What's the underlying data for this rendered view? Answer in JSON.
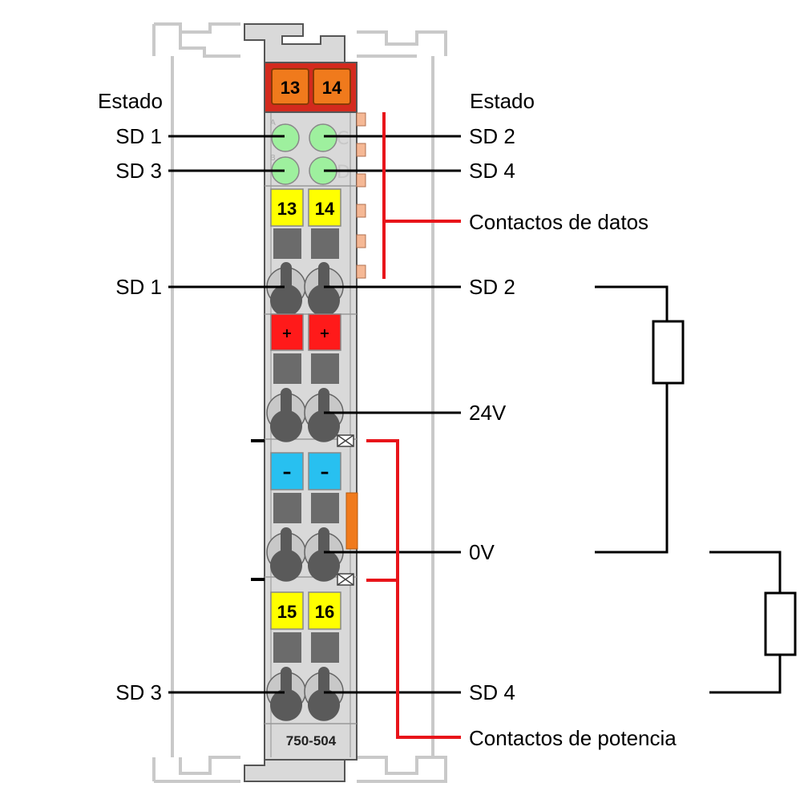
{
  "title": "",
  "colors": {
    "housing": "#d9d9d9",
    "housing_dark": "#bdbdbd",
    "header_red": "#d32a1e",
    "orange": "#f07a1c",
    "led_green": "#9ef09e",
    "yellow": "#ffff00",
    "red": "#ff1a1a",
    "blue": "#28c0f0",
    "slot": "#6b6b6b",
    "screw": "#5a5a5a",
    "wire_black": "#000000",
    "wire_red": "#e8141a",
    "rail": "#c9c9c9",
    "contact_orange": "#f5b895"
  },
  "header": {
    "left": "13",
    "right": "14"
  },
  "labels": {
    "estado_left": "Estado",
    "estado_right": "Estado",
    "led_left_top": "SD 1",
    "led_left_bottom": "SD 3",
    "led_right_top": "SD 2",
    "led_right_bottom": "SD 4",
    "data_contacts": "Contactos de datos",
    "term_left_top": "SD 1",
    "term_right_top": "SD 2",
    "v24": "24V",
    "v0": "0V",
    "term_left_bottom": "SD 3",
    "term_right_bottom": "SD 4",
    "power_contacts": "Contactos de potencia"
  },
  "leds": [
    {
      "letter": "A"
    },
    {
      "letter": "C"
    },
    {
      "letter": "B"
    },
    {
      "letter": "D"
    }
  ],
  "terminals": {
    "row1": [
      "13",
      "14"
    ],
    "row2": [
      "+",
      "+"
    ],
    "row3": [
      "–",
      "–"
    ],
    "row4": [
      "15",
      "16"
    ]
  },
  "model": "750-504"
}
